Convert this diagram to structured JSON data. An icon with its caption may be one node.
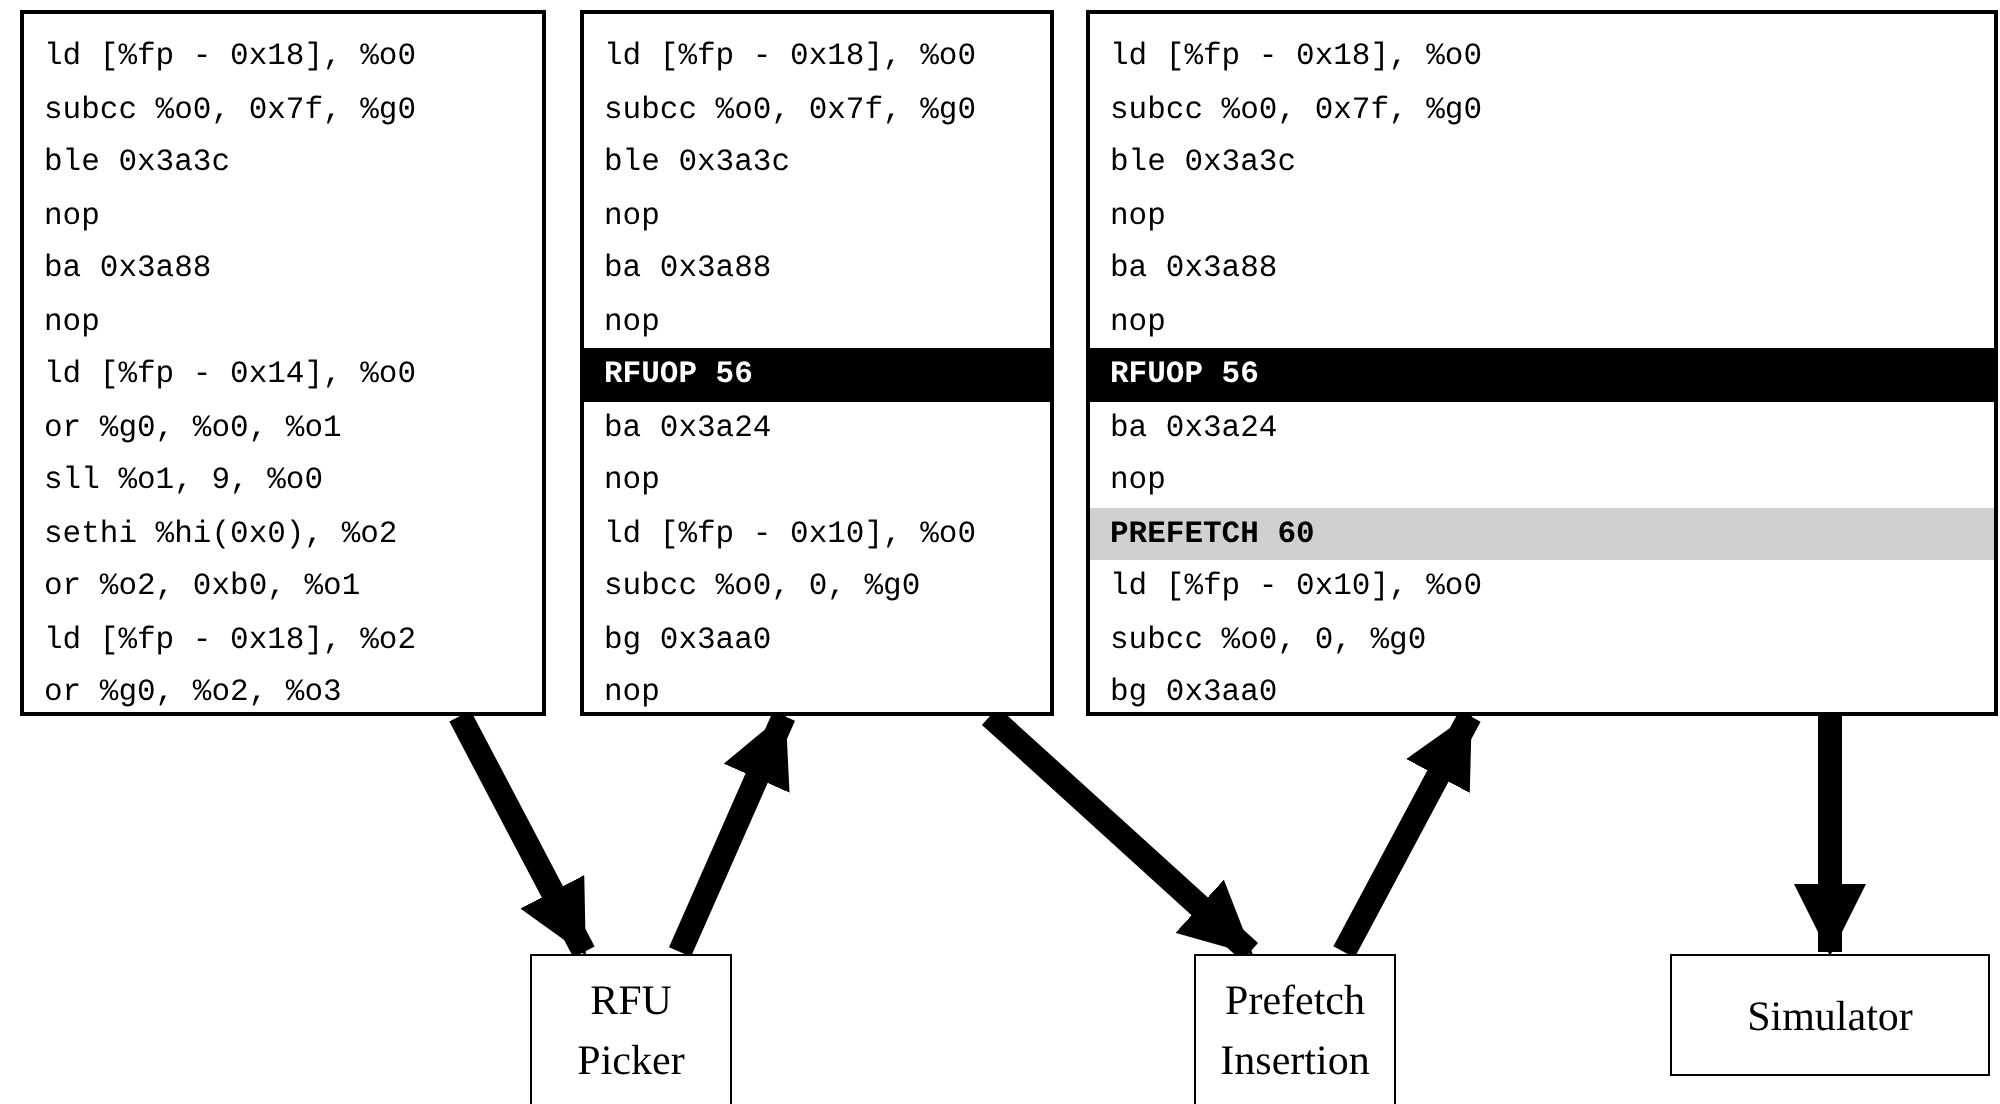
{
  "diagram": {
    "nodes": [
      {
        "text": [
          "ld [%fp - 0x18], %o0",
          "subcc %o0, 0x7f, %g0",
          "ble 0x3a3c",
          "nop",
          "ba 0x3a88",
          "nop",
          "ld [%fp - 0x14], %o0",
          "or %g0, %o0, %o1",
          "sll %o1, 9, %o0",
          "sethi %hi(0x0), %o2",
          "or %o2, 0xb0, %o1",
          "ld [%fp - 0x18], %o2",
          "or %g0, %o2, %o3"
        ]
      },
      {
        "text": [
          "ld [%fp - 0x18], %o0",
          "subcc %o0, 0x7f, %g0",
          "ble 0x3a3c",
          "nop",
          "ba 0x3a88",
          "nop",
          "ba 0x3a24",
          "nop",
          "ld [%fp - 0x10], %o0",
          "subcc %o0, 0, %g0",
          "bg 0x3aa0",
          "nop"
        ]
      },
      {
        "text": [
          "RFUOP 56"
        ],
        "in": 1
      },
      {
        "text": [
          "ld [%fp - 0x18], %o0",
          "subcc %o0, 0x7f, %g0",
          "ble 0x3a3c",
          "nop",
          "ba 0x3a88",
          "nop",
          "ba 0x3a24",
          "nop",
          "ld [%fp - 0x10], %o0",
          "subcc %o0, 0, %g0",
          "bg 0x3aa0"
        ]
      },
      {
        "text": [
          "RFUOP 56"
        ],
        "in": 3
      },
      {
        "text": [
          "PREFETCH 60"
        ],
        "in": 3
      },
      {
        "text": [
          "RFU Picker"
        ]
      },
      {
        "text": [
          "Prefetch Insertion"
        ]
      },
      {
        "text": [
          "Simulator"
        ]
      }
    ],
    "edges": [
      {
        "from": 0,
        "to": 6,
        "arrow": "to"
      },
      {
        "from": 6,
        "to": 1,
        "arrow": "to"
      },
      {
        "from": 1,
        "to": 7,
        "arrow": "to"
      },
      {
        "from": 7,
        "to": 3,
        "arrow": "to"
      },
      {
        "from": 3,
        "to": 8,
        "arrow": "to"
      }
    ]
  }
}
